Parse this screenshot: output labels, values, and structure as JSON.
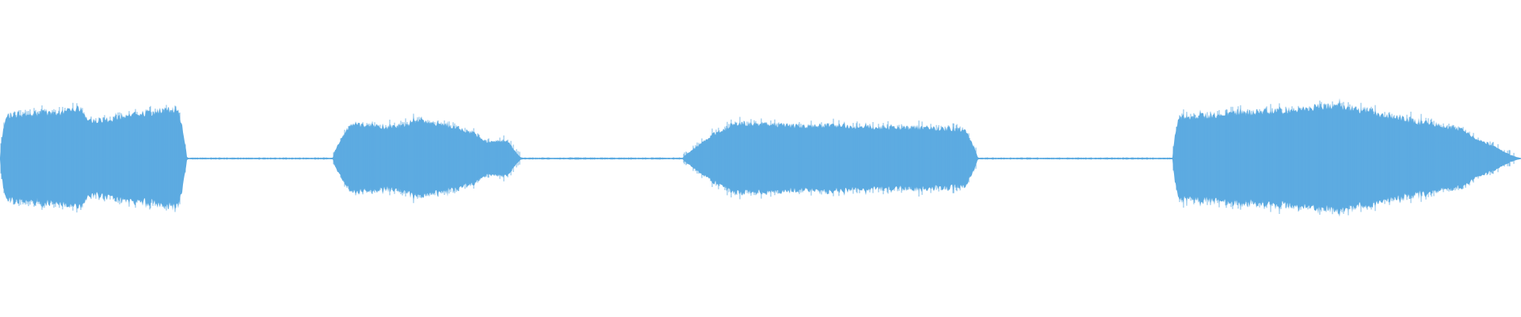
{
  "waveform": {
    "color": "#5dabe1",
    "background": "#ffffff",
    "segments": [
      {
        "start": 0.0,
        "end": 0.123,
        "attack": 0.004,
        "release": 0.006,
        "env": [
          0.56,
          0.6,
          0.6,
          0.62,
          0.68,
          0.52,
          0.53,
          0.6,
          0.62,
          0.66,
          0.68
        ]
      },
      {
        "start": 0.219,
        "end": 0.343,
        "attack": 0.012,
        "release": 0.008,
        "env": [
          0.4,
          0.46,
          0.46,
          0.42,
          0.44,
          0.52,
          0.48,
          0.44,
          0.36,
          0.22,
          0.24,
          0.12
        ]
      },
      {
        "start": 0.449,
        "end": 0.643,
        "attack": 0.035,
        "release": 0.008,
        "env": [
          0.28,
          0.45,
          0.48,
          0.46,
          0.44,
          0.45,
          0.43,
          0.42,
          0.42,
          0.4,
          0.36
        ]
      },
      {
        "start": 0.771,
        "end": 1.0,
        "attack": 0.004,
        "release": 0.04,
        "env": [
          0.55,
          0.58,
          0.62,
          0.64,
          0.66,
          0.72,
          0.66,
          0.56,
          0.48,
          0.4,
          0.32,
          0.16
        ]
      }
    ],
    "noise_floor": 0.01
  }
}
